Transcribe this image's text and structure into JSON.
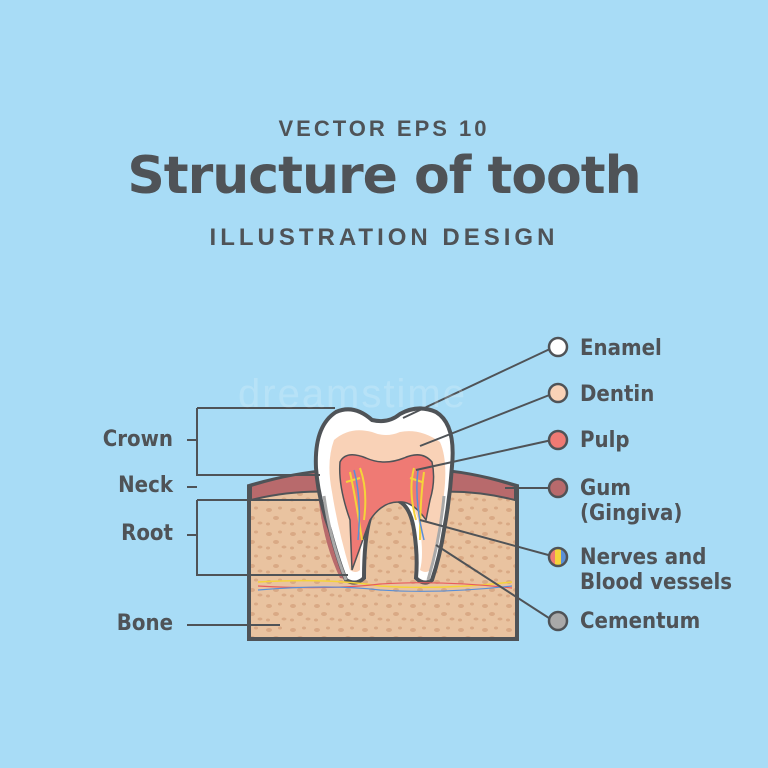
{
  "header": {
    "kicker": "VECTOR EPS 10",
    "title": "Structure of tooth",
    "subtitle": "ILLUSTRATION DESIGN"
  },
  "left_labels": {
    "crown": "Crown",
    "neck": "Neck",
    "root": "Root",
    "bone": "Bone"
  },
  "right_labels": {
    "enamel": "Enamel",
    "dentin": "Dentin",
    "pulp": "Pulp",
    "gum_line1": "Gum",
    "gum_line2": "(Gingiva)",
    "nerves_line1": "Nerves and",
    "nerves_line2": "Blood vessels",
    "cementum": "Cementum"
  },
  "watermark": "dreamstime",
  "colors": {
    "background": "#a8dcf6",
    "outline": "#4f5357",
    "enamel": "#ffffff",
    "dentin": "#f9d2b7",
    "pulp": "#ef7a74",
    "gum": "#b86a6c",
    "bone": "#e9c3a0",
    "cementum": "#a9a9a9"
  }
}
